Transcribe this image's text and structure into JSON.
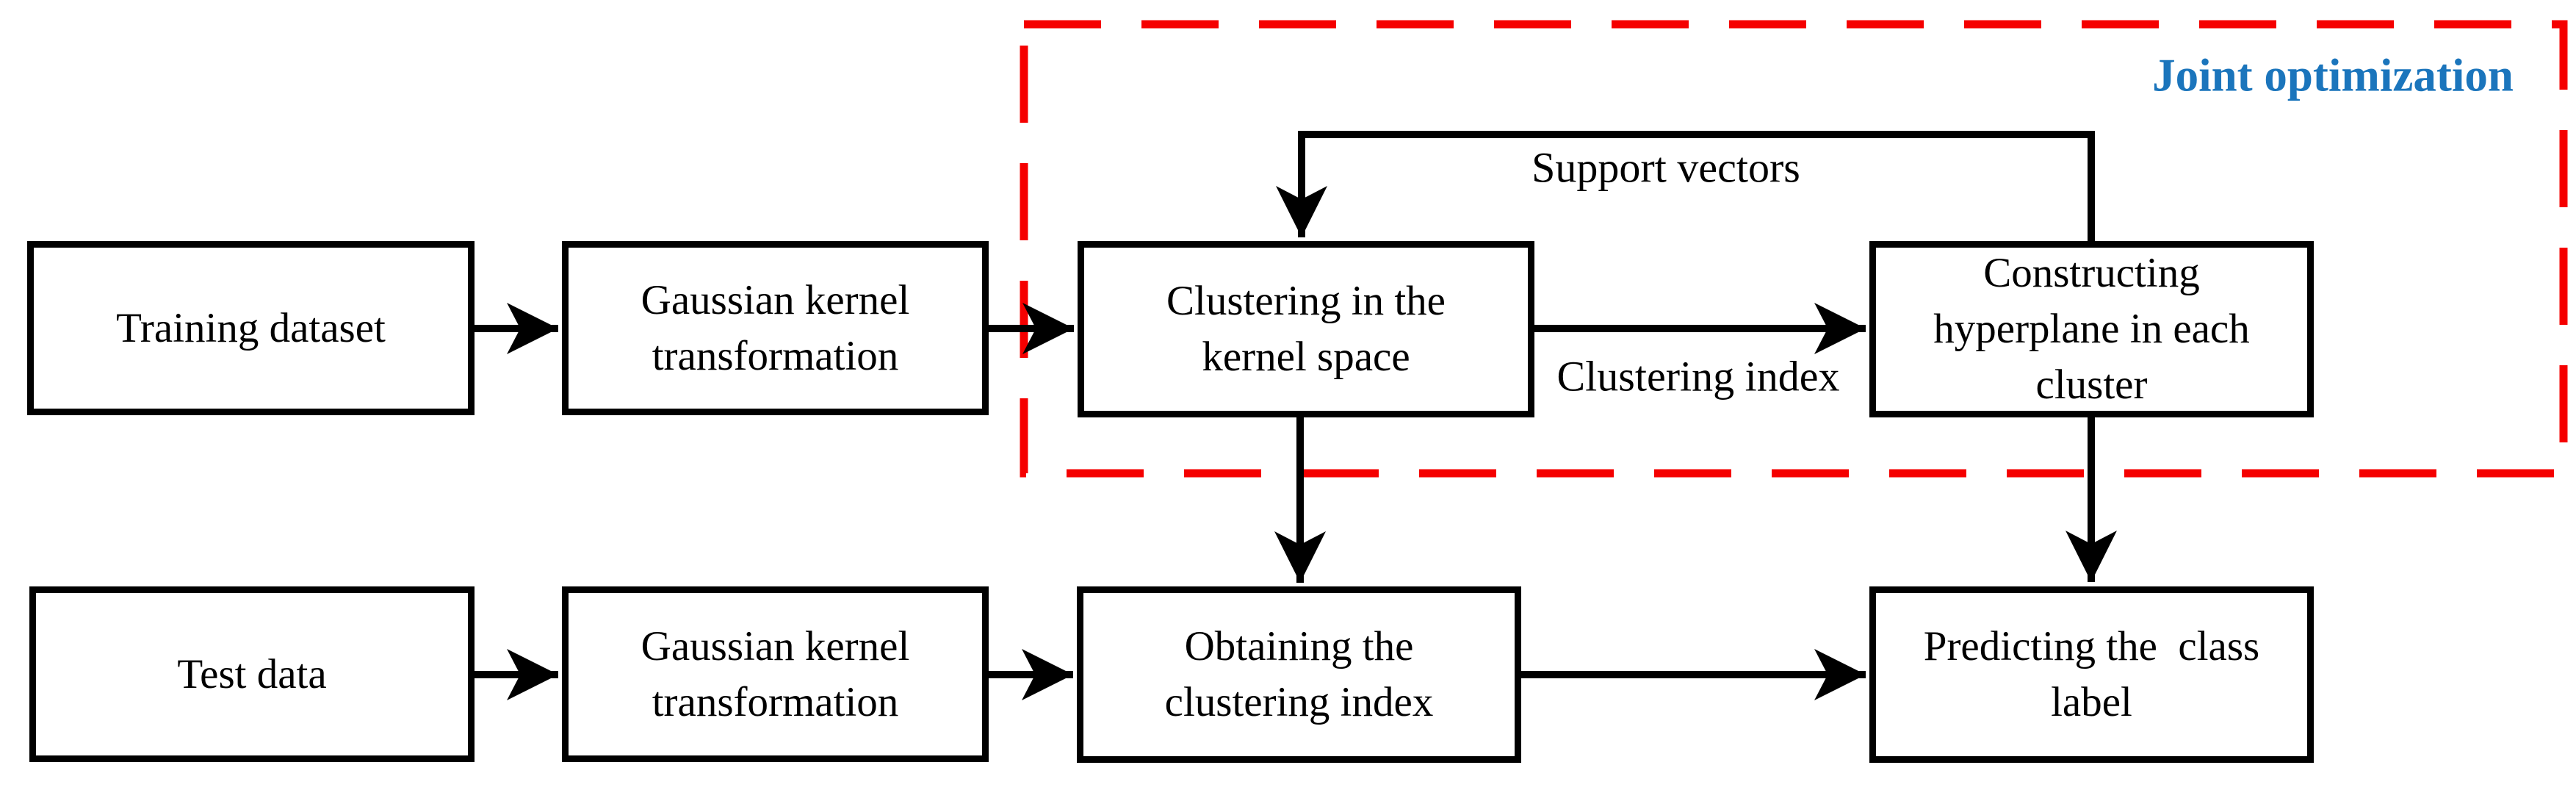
{
  "figure": {
    "type": "flowchart",
    "region_label": "Joint optimization",
    "colors": {
      "line": "#000000",
      "dashed_border": "#F50000",
      "region_label_text": "#1B75BC",
      "background": "#FFFFFF"
    },
    "boxes": [
      {
        "id": "training-dataset",
        "label": "Training dataset"
      },
      {
        "id": "gaussian-kernel-transformation-top",
        "label": "Gaussian kernel\ntransformation"
      },
      {
        "id": "clustering-in-kernel-space",
        "label": "Clustering in the\nkernel space"
      },
      {
        "id": "constructing-hyperplane-in-each-cluster",
        "label": "Constructing\nhyperplane in each\ncluster"
      },
      {
        "id": "test-data",
        "label": "Test data"
      },
      {
        "id": "gaussian-kernel-transformation-bottom",
        "label": "Gaussian kernel\ntransformation"
      },
      {
        "id": "obtaining-clustering-index",
        "label": "Obtaining the\nclustering index"
      },
      {
        "id": "predicting-class-label",
        "label": "Predicting the  class\nlabel"
      }
    ],
    "edge_labels": {
      "support_vectors": "Support vectors",
      "clustering_index": "Clustering index"
    }
  }
}
